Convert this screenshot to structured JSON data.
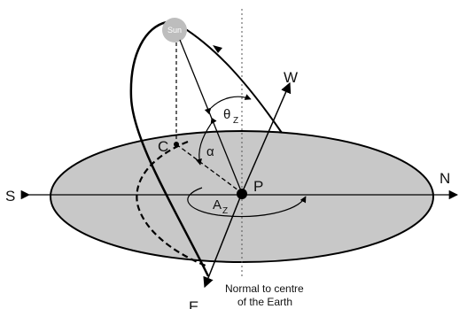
{
  "diagram": {
    "labels": {
      "sun": "Sun",
      "west": "W",
      "north": "N",
      "south": "S",
      "east": "E",
      "point": "P",
      "c": "C",
      "alpha": "α",
      "theta": "θ",
      "theta_sub": "Z",
      "azimuth": "A",
      "azimuth_sub": "Z",
      "normal_line1": "Normal to centre",
      "normal_line2": "of the Earth"
    },
    "colors": {
      "ground_fill": "#c8c8c8",
      "stroke": "#000000",
      "sun_fill": "#bdbdbd"
    }
  }
}
